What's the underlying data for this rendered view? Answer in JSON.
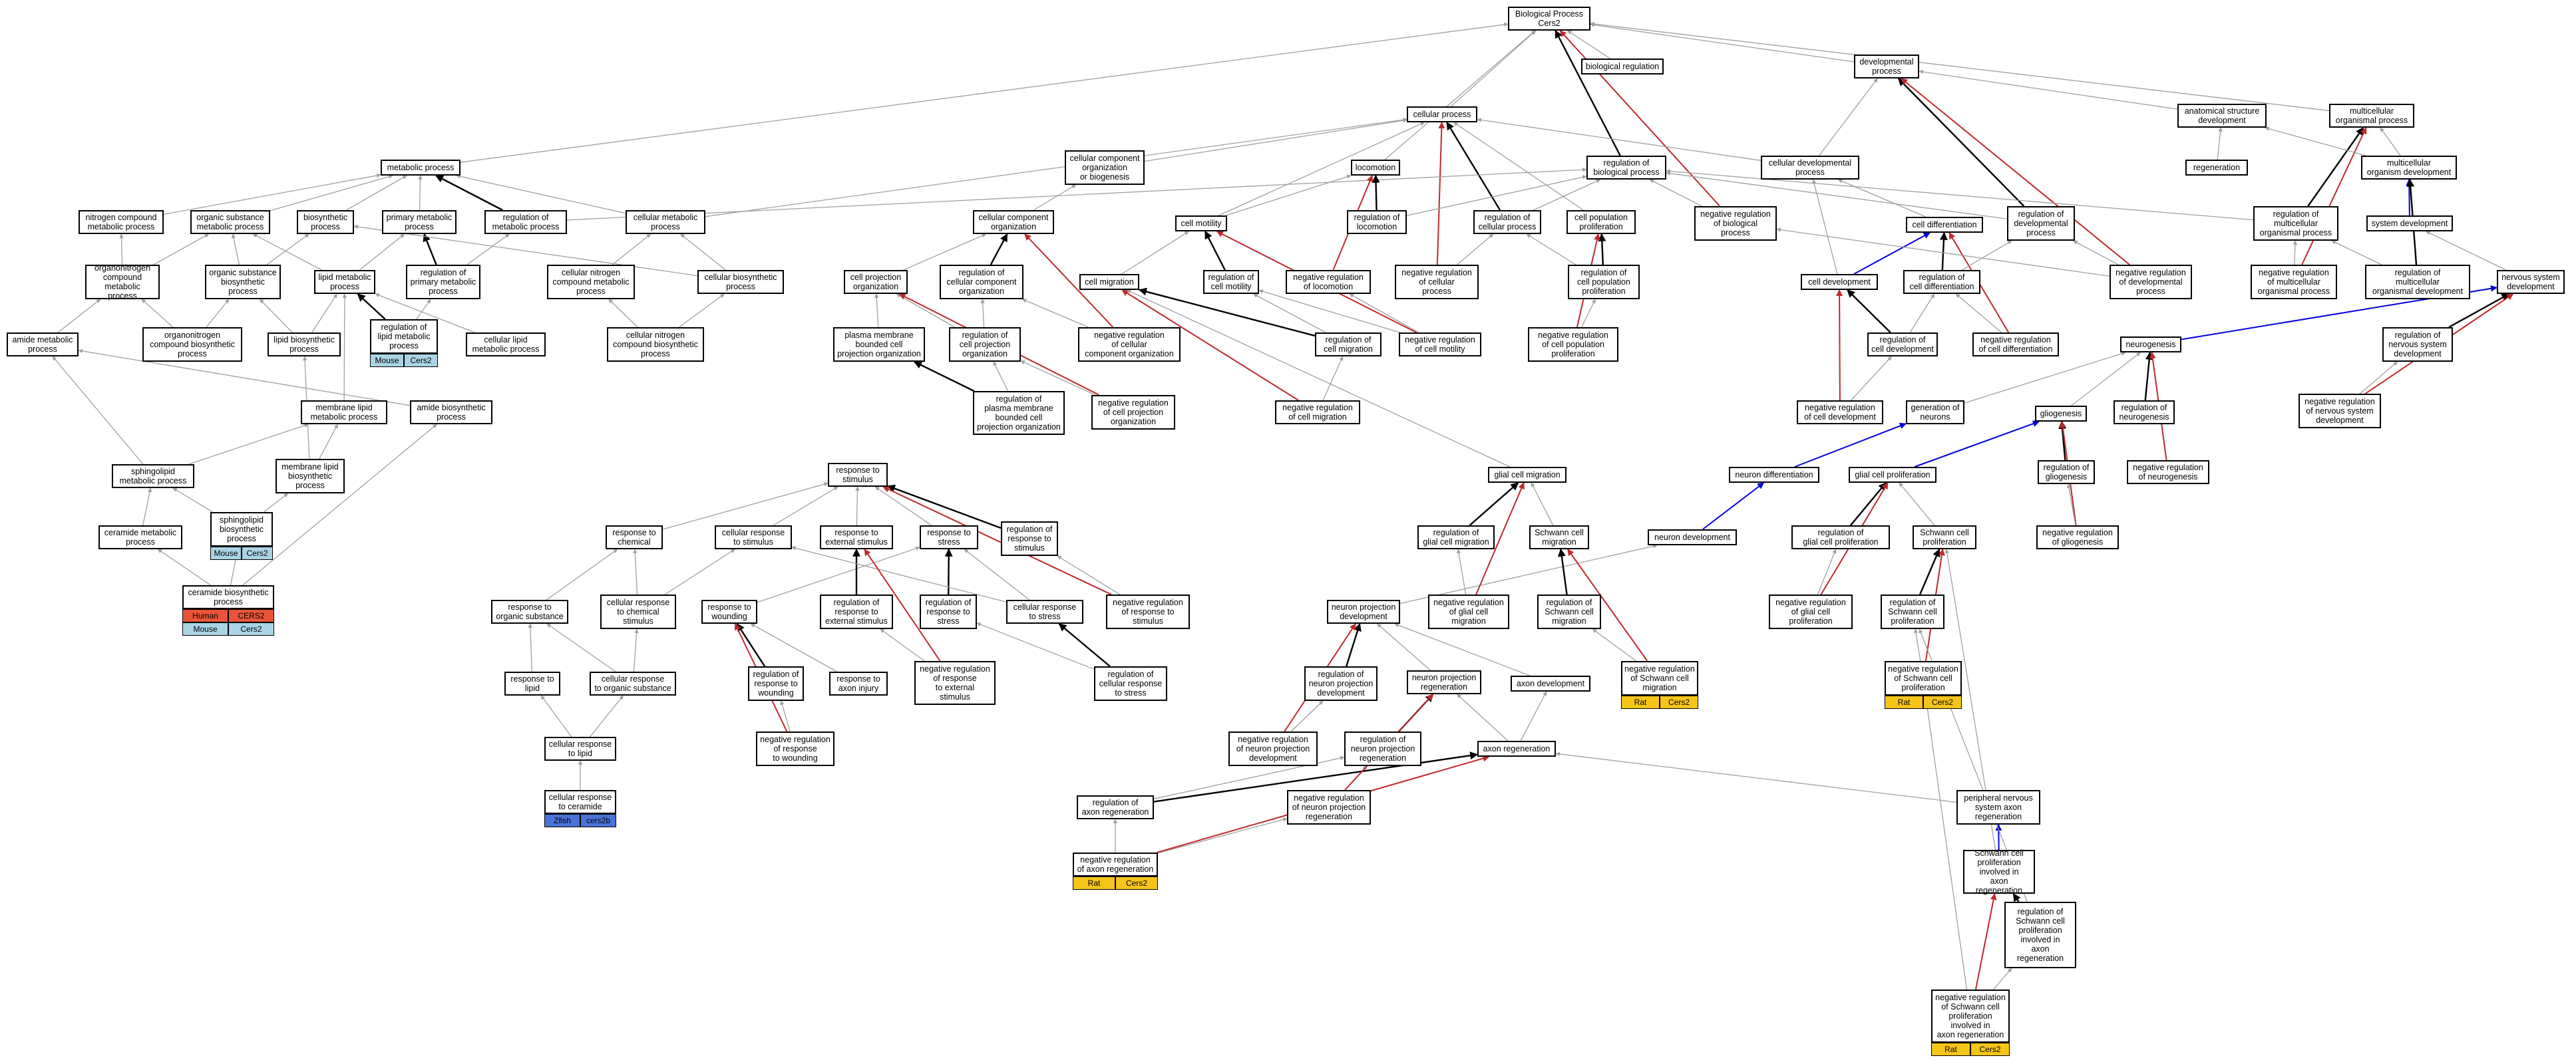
{
  "colors": {
    "gray": "#a0a0a0",
    "black": "#000000",
    "red": "#c0282a",
    "blue": "#0000dd"
  },
  "nodes": {
    "bp": "Biological Process\nCers2",
    "bioreg": "biological regulation",
    "devproc": "developmental\nprocess",
    "cellproc": "cellular process",
    "metab": "metabolic process",
    "ccorg": "cellular component\norganization\nor biogenesis",
    "locom": "locomotion",
    "regbp": "regulation of\nbiological process",
    "celldevproc": "cellular developmental\nprocess",
    "anatdev": "anatomical structure\ndevelopment",
    "multiorg": "multicellular\norganismal process",
    "nitrocmp": "nitrogen compound\nmetabolic process",
    "orgsubst": "organic substance\nmetabolic process",
    "biosyn": "biosynthetic\nprocess",
    "primmet": "primary metabolic\nprocess",
    "regmet": "regulation of\nmetabolic process",
    "cellmet": "cellular metabolic\nprocess",
    "ccorg2": "cellular component\norganization",
    "cellmot": "cell motility",
    "regloc": "regulation of\nlocomotion",
    "regcp": "regulation of\ncellular process",
    "cellpopprol": "cell population\nproliferation",
    "negregbp": "negative regulation\nof biological\nprocess",
    "regen": "regeneration",
    "multidev": "multicellular\norganism development",
    "celldiff": "cell differentiation",
    "regdevproc": "regulation of\ndevelopmental\nprocess",
    "regmultiproc": "regulation of\nmulticellular\norganismal process",
    "sysdev": "system development",
    "orgnitro": "organonitrogen\ncompound metabolic\nprocess",
    "orgsubbio": "organic substance\nbiosynthetic\nprocess",
    "lipidmet": "lipid metabolic\nprocess",
    "regprim": "regulation of\nprimary metabolic\nprocess",
    "cellnitro": "cellular nitrogen\ncompound metabolic\nprocess",
    "cellbio": "cellular biosynthetic\nprocess",
    "cellproj": "cell projection\norganization",
    "regccorg": "regulation of\ncellular component\norganization",
    "cellmig": "cell migration",
    "regcellmot": "regulation of\ncell motility",
    "negregloc": "negative regulation\nof locomotion",
    "negregcp": "negative regulation\nof cellular\nprocess",
    "regcellpop": "regulation of\ncell population\nproliferation",
    "celldev": "cell development",
    "regcelldiff": "regulation of\ncell differentiation",
    "negregdev": "negative regulation\nof developmental\nprocess",
    "negregmulti": "negative regulation\nof multicellular\norganismal process",
    "regmultidev": "regulation of\nmulticellular\norganismal development",
    "nsdev": "nervous system\ndevelopment",
    "amidemet": "amide metabolic\nprocess",
    "orgnitrobio": "organonitrogen\ncompound biosynthetic\nprocess",
    "lipidbio": "lipid biosynthetic\nprocess",
    "reglipid": "regulation of\nlipid metabolic\nprocess",
    "celllipid": "cellular lipid\nmetabolic process",
    "cellnitrobio": "cellular nitrogen\ncompound biosynthetic\nprocess",
    "pmbcp": "plasma membrane\nbounded cell\nprojection organization",
    "regcpo": "regulation of\ncell projection\norganization",
    "negregcco": "negative regulation\nof cellular\ncomponent organization",
    "regcellmig": "regulation of\ncell migration",
    "negregcellmot": "negative regulation\nof cell motility",
    "negregcellpop": "negative regulation\nof cell population\nproliferation",
    "regcelldev": "regulation of\ncell development",
    "negregcelldiff": "negative regulation\nof cell differentiation",
    "neurogen": "neurogenesis",
    "regnsdev": "regulation of\nnervous system\ndevelopment",
    "memlipid": "membrane lipid\nmetabolic process",
    "amidebio": "amide biosynthetic\nprocess",
    "regpmbcp": "regulation of\nplasma membrane\nbounded cell\nprojection organization",
    "negregcpo": "negative regulation\nof cell projection\norganization",
    "negregcellmig": "negative regulation\nof cell migration",
    "negregcelldev": "negative regulation\nof cell development",
    "genneur": "generation of\nneurons",
    "glio": "gliogenesis",
    "regneurogen": "regulation of\nneurogenesis",
    "negregnsdev": "negative regulation\nof nervous system\ndevelopment",
    "sphingo": "sphingolipid\nmetabolic process",
    "memlipidbio": "membrane lipid\nbiosynthetic\nprocess",
    "respstim": "response to\nstimulus",
    "glialmig": "glial cell migration",
    "neurdiff": "neuron differentiation",
    "glialprol": "glial cell proliferation",
    "reggliogen": "regulation of\ngliogenesis",
    "negregneurogen": "negative regulation\nof neurogenesis",
    "ceramidemet": "ceramide metabolic\nprocess",
    "sphingobio": "sphingolipid\nbiosynthetic\nprocess",
    "respchem": "response to\nchemical",
    "cellrespstim": "cellular response\nto stimulus",
    "respext": "response to\nexternal stimulus",
    "respstress": "response to\nstress",
    "regrespstim": "regulation of\nresponse to\nstimulus",
    "regglialmig": "regulation of\nglial cell migration",
    "schwannmig": "Schwann cell\nmigration",
    "neurdev": "neuron development",
    "regglialprol": "regulation of\nglial cell proliferation",
    "schwannprol": "Schwann cell\nproliferation",
    "negreggliogen": "negative regulation\nof gliogenesis",
    "ceramidebio": "ceramide biosynthetic\nprocess",
    "resporg": "response to\norganic substance",
    "cellrespchem": "cellular response\nto chemical\nstimulus",
    "respwound": "response to\nwounding",
    "regrespext": "regulation of\nresponse to\nexternal stimulus",
    "regrespstress": "regulation of\nresponse to\nstress",
    "cellrespstress": "cellular response\nto stress",
    "negregrespstim": "negative regulation\nof response to\nstimulus",
    "neurprojdev": "neuron projection\ndevelopment",
    "negregglialmig": "negative regulation\nof glial cell\nmigration",
    "regschwannmig": "regulation of\nSchwann cell\nmigration",
    "negregglialprol": "negative regulation\nof glial cell\nproliferation",
    "regschwannprol": "regulation of\nSchwann cell\nproliferation",
    "resplipid": "response to\nlipid",
    "cellresporg": "cellular response\nto organic substance",
    "regrespwound": "regulation of\nresponse to\nwounding",
    "respaxon": "response to\naxon injury",
    "negregrespext": "negative regulation\nof response\nto external\nstimulus",
    "regcellrespstress": "regulation of\ncellular response\nto stress",
    "regneurprojdev": "regulation of\nneuron projection\ndevelopment",
    "neurprojregen": "neuron projection\nregeneration",
    "axondev": "axon development",
    "negregschwannmig": "negative regulation\nof Schwann cell\nmigration",
    "negregschwannprol": "negative regulation\nof Schwann cell\nproliferation",
    "cellresplipid": "cellular response\nto lipid",
    "negregrespwound": "negative regulation\nof response\nto wounding",
    "negregneurprojdev": "negative regulation\nof neuron projection\ndevelopment",
    "regneurprojregen": "regulation of\nneuron projection\nregeneration",
    "axonregen": "axon regeneration",
    "cellrespcer": "cellular response\nto ceramide",
    "regaxonregen": "regulation of\naxon regeneration",
    "negregneurprojregen": "negative regulation\nof neuron projection\nregeneration",
    "pnsaxonregen": "peripheral nervous\nsystem axon\nregeneration",
    "negregaxonregen": "negative regulation\nof axon regeneration",
    "schwannprolaxon": "Schwann cell\nproliferation\ninvolved in\naxon regeneration",
    "regschwannprolaxon": "regulation of\nSchwann cell\nproliferation\ninvolved in\naxon regeneration",
    "negregschwannprolaxon": "negative regulation\nof Schwann cell\nproliferation\ninvolved in\naxon regeneration"
  },
  "tags": {
    "sphingobio": [
      {
        "species": "Mouse",
        "gene": "Cers2",
        "color": "#a9d4e6"
      }
    ],
    "reglipid": [
      {
        "species": "Mouse",
        "gene": "Cers2",
        "color": "#a9d4e6"
      }
    ],
    "ceramidebio": [
      {
        "species": "Human",
        "gene": "CERS2",
        "color": "#e8553a"
      },
      {
        "species": "Mouse",
        "gene": "Cers2",
        "color": "#a9d4e6"
      }
    ],
    "cellrespcer": [
      {
        "species": "Zfish",
        "gene": "cers2b",
        "color": "#4a72d8"
      }
    ],
    "negregschwannmig": [
      {
        "species": "Rat",
        "gene": "Cers2",
        "color": "#f5c518"
      }
    ],
    "negregschwannprol": [
      {
        "species": "Rat",
        "gene": "Cers2",
        "color": "#f5c518"
      }
    ],
    "negregaxonregen": [
      {
        "species": "Rat",
        "gene": "Cers2",
        "color": "#f5c518"
      }
    ],
    "negregschwannprolaxon": [
      {
        "species": "Rat",
        "gene": "Cers2",
        "color": "#f5c518"
      }
    ]
  }
}
